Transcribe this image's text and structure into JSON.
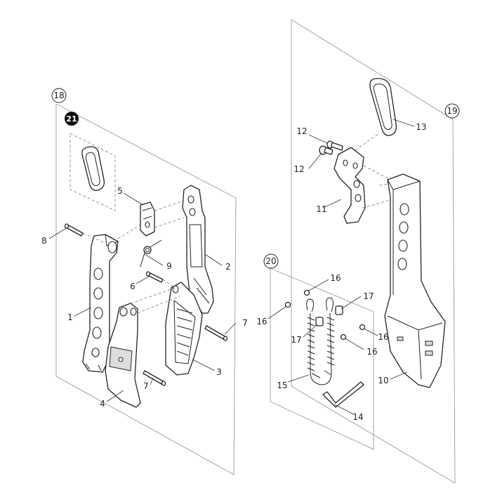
{
  "callouts": {
    "c18": "18",
    "c19": "19",
    "c20": "20",
    "c21": "21",
    "p1": "1",
    "p2": "2",
    "p3": "3",
    "p4": "4",
    "p5": "5",
    "p6": "6",
    "p7a": "7",
    "p7b": "7",
    "p8": "8",
    "p9": "9",
    "p10": "10",
    "p11": "11",
    "p12a": "12",
    "p12b": "12",
    "p13": "13",
    "p14": "14",
    "p15": "15",
    "p16a": "16",
    "p16b": "16",
    "p16c": "16",
    "p16d": "16",
    "p17a": "17",
    "p17b": "17"
  },
  "colors": {
    "line": "#222222",
    "panel": "#999999",
    "badge_fill": "#111111"
  }
}
